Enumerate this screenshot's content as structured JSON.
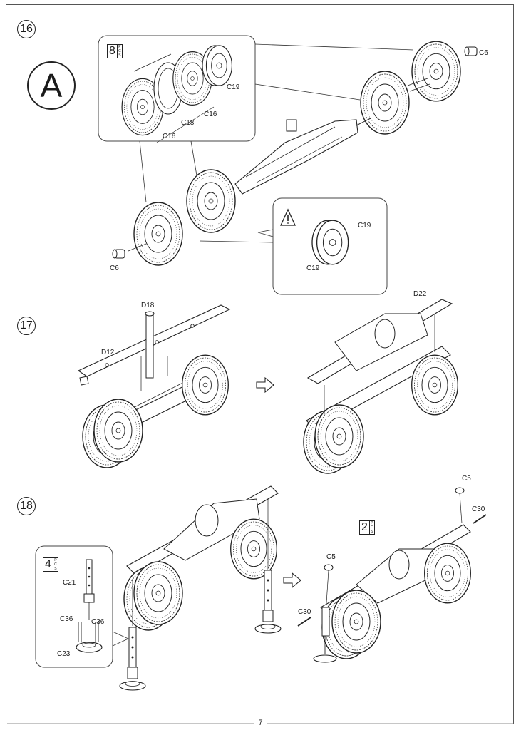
{
  "page_number": "7",
  "steps": [
    {
      "number": "16"
    },
    {
      "number": "17"
    },
    {
      "number": "18"
    }
  ],
  "assembly_marker": "A",
  "quantity_badges": [
    {
      "count": "8",
      "unit": "PCS"
    },
    {
      "count": "2",
      "unit": "PCS"
    },
    {
      "count": "4",
      "unit": "PCS"
    }
  ],
  "parts": {
    "c6_top": "C6",
    "c6_bottom": "C6",
    "c19_callout": "C19",
    "c16_mid": "C16",
    "c18": "C18",
    "c16_bottom": "C16",
    "c19_warn_top": "C19",
    "c19_warn_bottom": "C19",
    "d18": "D18",
    "d12": "D12",
    "d22": "D22",
    "c5_right": "C5",
    "c30_right": "C30",
    "c5_left": "C5",
    "c30_left": "C30",
    "c21": "C21",
    "c36_left": "C36",
    "c36_right": "C36",
    "c23": "C23"
  },
  "warning_icon": "warning-triangle-icon",
  "arrow_icon": "hollow-right-arrow-icon"
}
